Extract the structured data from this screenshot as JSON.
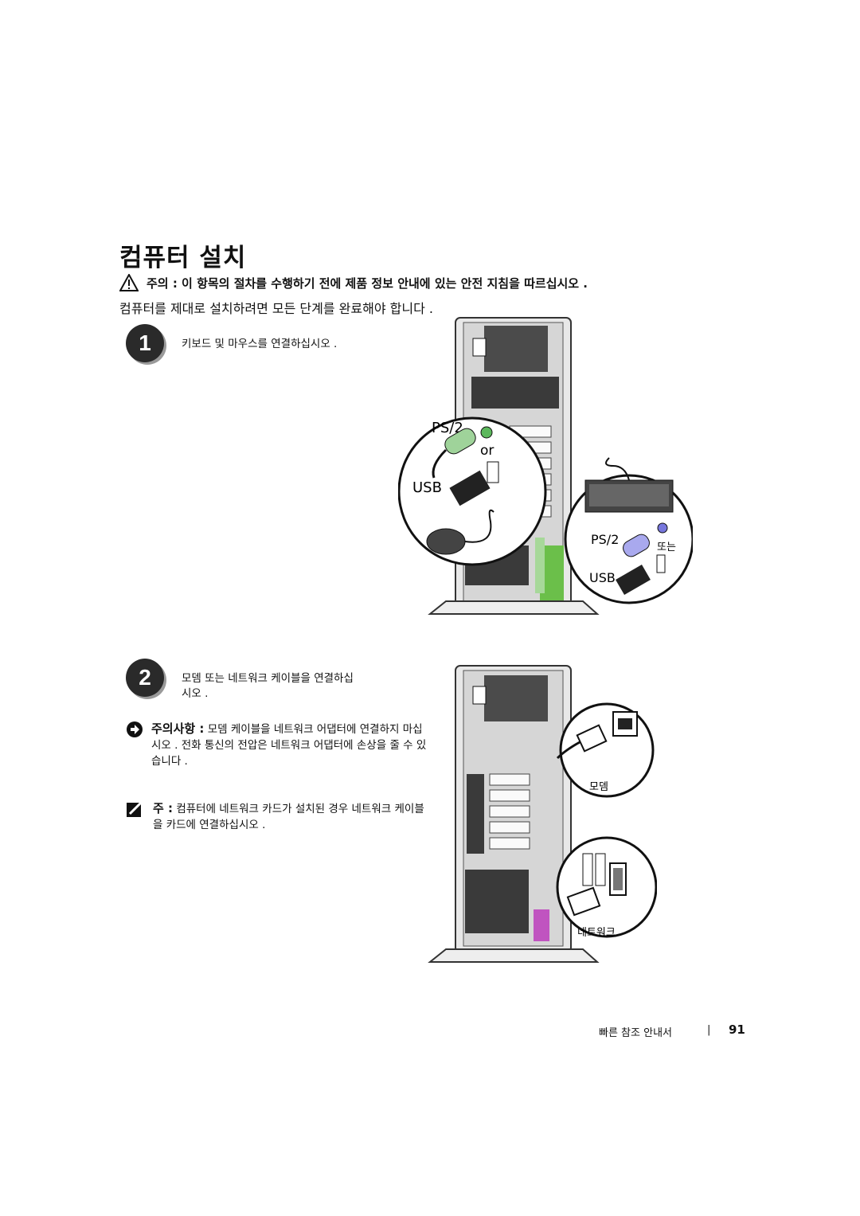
{
  "title": "컴퓨터 설치",
  "caution": "주의 : 이 항목의 절차를 수행하기 전에 제품 정보 안내에 있는 안전 지침을 따르십시오 .",
  "intro": "컴퓨터를 제대로 설치하려면 모든 단계를 완료해야 합니다 .",
  "step1": {
    "number": "1",
    "text": "키보드 및 마우스를 연결하십시오 .",
    "callouts": {
      "ps2_left": "PS/2",
      "or": "or",
      "usb_left": "USB",
      "ps2_right": "PS/2",
      "or_right": "또는",
      "usb_right": "USB"
    }
  },
  "step2": {
    "number": "2",
    "text_line1": "모뎀 또는 네트워크 케이블을 연결하십",
    "text_line2": "시오 .",
    "notice_label": "주의사항 :",
    "notice_text": "모뎀 케이블을 네트워크 어댑터에 연결하지 마십시오 . 전화 통신의 전압은 네트워크 어댑터에 손상을 줄 수 있습니다 .",
    "note_label": "주 :",
    "note_text": "컴퓨터에 네트워크 카드가 설치된 경우 네트워크 케이블을 카드에 연결하십시오 .",
    "callouts": {
      "modem": "모뎀",
      "network": "네트워크"
    }
  },
  "footer": {
    "guide": "빠른 참조 안내서",
    "separator": "|",
    "page": "91"
  },
  "icons": [
    "warning-triangle-icon",
    "notice-arrow-icon",
    "note-pencil-icon",
    "computer-rear-illustration",
    "keyboard-icon",
    "mouse-icon",
    "modem-jack-icon",
    "network-jack-icon"
  ]
}
